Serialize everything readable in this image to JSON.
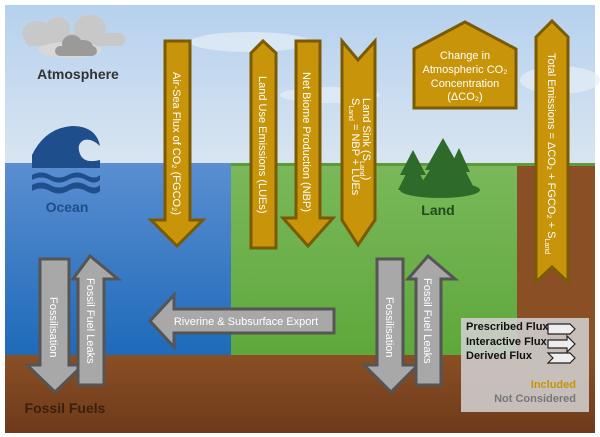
{
  "colors": {
    "sky_top": "#b6d1ee",
    "sky_bottom": "#d9e5f1",
    "ocean": "#5b8ed1",
    "ocean_deep": "#1e6ab9",
    "land": "#7ab85a",
    "land_deep": "#5ea83b",
    "soil": "#8a4f24",
    "soil_dark": "#6e3a1b",
    "included": "#c8940a",
    "included_border": "#7a5a05",
    "not_considered": "#a8a8a8",
    "not_considered_border": "#555555",
    "wave_icon": "#1f4e8c",
    "tree_icon": "#2e6b2a",
    "cloud": "#c8c8c8",
    "cloud_dark": "#9a9a9a"
  },
  "regions": {
    "atmosphere": "Atmosphere",
    "ocean": "Ocean",
    "land": "Land",
    "fossil_fuels": "Fossil Fuels"
  },
  "fluxes": {
    "air_sea": {
      "line1": "Air-Sea Flux of CO₂ (FGCO₂)",
      "type": "interactive",
      "direction": "down",
      "status": "included"
    },
    "land_use": {
      "line1": "Land Use Emissions (LUEs)",
      "type": "prescribed",
      "direction": "up",
      "status": "included"
    },
    "nbp": {
      "line1": "Net Biome Production (NBP)",
      "type": "interactive",
      "direction": "down",
      "status": "included"
    },
    "land_sink": {
      "line1": "Land Sink (S",
      "line1_sub": "Land",
      "line1_end": ")",
      "line2": "S",
      "line2_sub": "Land",
      "line2_end": " = NBP + LUEs",
      "type": "derived",
      "direction": "down",
      "status": "included"
    },
    "delta_co2": {
      "lines": [
        "Change in",
        "Atmospheric CO₂",
        "Concentration",
        "(ΔCO₂)"
      ],
      "type": "derived",
      "direction": "up",
      "status": "included"
    },
    "total_emissions": {
      "text": "Total Emissions = ΔCO₂ + FGCO₂ + S",
      "sub": "Land",
      "type": "derived",
      "direction": "up",
      "status": "included"
    },
    "ocean_fossilisation": {
      "text": "Fossilisation",
      "direction": "down",
      "status": "not_considered"
    },
    "ocean_leaks": {
      "text": "Fossil Fuel Leaks",
      "direction": "up",
      "status": "not_considered"
    },
    "riverine": {
      "text": "Riverine & Subsurface Export",
      "direction": "left",
      "status": "not_considered"
    },
    "land_fossilisation": {
      "text": "Fossilisation",
      "direction": "down",
      "status": "not_considered"
    },
    "land_leaks": {
      "text": "Fossil Fuel Leaks",
      "direction": "up",
      "status": "not_considered"
    }
  },
  "legend": {
    "prescribed": "Prescribed Flux",
    "interactive": "Interactive Flux",
    "derived": "Derived Flux",
    "included": "Included",
    "not_considered": "Not Considered"
  }
}
